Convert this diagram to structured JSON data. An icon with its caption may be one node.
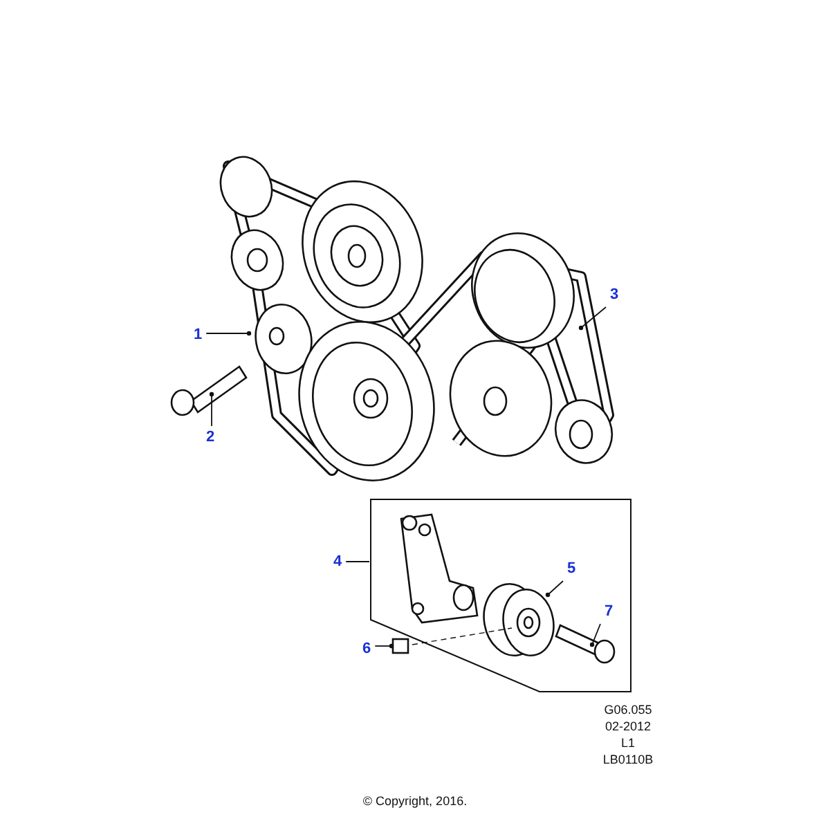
{
  "diagram": {
    "caption": "© Copyright, 2016.",
    "nodes": [
      {
        "text": [
          "1"
        ]
      },
      {
        "text": [
          "2"
        ]
      },
      {
        "text": [
          "3"
        ]
      },
      {
        "text": [
          "4"
        ]
      },
      {
        "text": [
          "5"
        ],
        "in": 7
      },
      {
        "text": [
          "6"
        ]
      },
      {
        "text": [
          "7"
        ],
        "in": 7
      },
      {
        "text": [],
        "shape": "box"
      }
    ],
    "edges": [
      {
        "from": 0,
        "to": null,
        "arrow": "other"
      },
      {
        "from": 1,
        "to": null,
        "arrow": "other"
      },
      {
        "from": 2,
        "to": null,
        "arrow": "other"
      },
      {
        "from": 3,
        "to": 7,
        "arrow": "none"
      },
      {
        "from": 4,
        "to": null,
        "arrow": "other"
      },
      {
        "from": 5,
        "to": null,
        "arrow": "other"
      },
      {
        "from": 6,
        "to": null,
        "arrow": "other"
      }
    ],
    "labels": [
      "G06.055",
      "02-2012",
      "L1",
      "LB0110B"
    ]
  }
}
